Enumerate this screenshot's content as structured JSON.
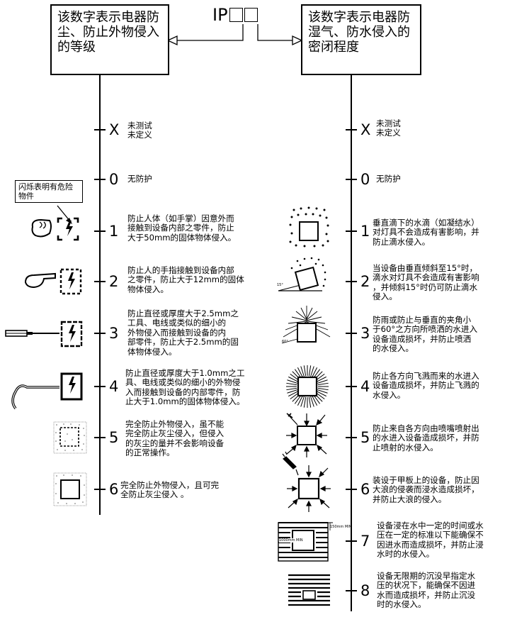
{
  "header": {
    "ip_prefix": "IP",
    "left_box_text": "该数字表示电器防尘、防止外物侵入的等级",
    "right_box_text": "该数字表示电器防湿气、防水侵入的密闭程度"
  },
  "callout": "闪烁表明有危险物件",
  "left_levels": [
    {
      "num": "X",
      "lines": [
        "未测试",
        "未定义"
      ]
    },
    {
      "num": "0",
      "lines": [
        "无防护"
      ]
    },
    {
      "num": "1",
      "lines": [
        "防止人体（如手掌）因意外而",
        "接触到设备内部之零件，防止",
        "大于50mm的固体物体侵入。"
      ]
    },
    {
      "num": "2",
      "lines": [
        "防止人的手指接触到设备内部",
        "之零件，防止大于12mm的固体",
        "物体侵入。"
      ]
    },
    {
      "num": "3",
      "lines": [
        "防止直径或厚度大于2.5mm之",
        "工具、电线或类似的细小的",
        "外物侵入而接触到设备的内",
        "部零件，防止大于2.5mm的固",
        "体物体侵入。"
      ]
    },
    {
      "num": "4",
      "lines": [
        "防止直径或厚度大于1.0mm之工",
        "具、电线或类似的细小的外物侵",
        "入而接触到设备的内部零件，防",
        "止大于1.0mm的固体物体侵入。"
      ]
    },
    {
      "num": "5",
      "lines": [
        "完全防止外物侵入，虽不能",
        "完全防止灰尘侵入，但侵入",
        "的灰尘的量并不会影响设备",
        "的正常操作。"
      ]
    },
    {
      "num": "6",
      "lines": [
        "完全防止外物侵入，且可完",
        "全防止灰尘侵入 。"
      ]
    }
  ],
  "right_levels": [
    {
      "num": "X",
      "lines": [
        "未测试",
        "未定义"
      ]
    },
    {
      "num": "0",
      "lines": [
        "无防护"
      ]
    },
    {
      "num": "1",
      "lines": [
        "垂直滴下的水滴（如凝结水）",
        "对灯具不会造成有害影响，并",
        "防止滴水侵入。"
      ]
    },
    {
      "num": "2",
      "lines": [
        "当设备由垂直倾斜至15°时，",
        "滴水对灯具不会造成有害影响",
        "，并倾斜15°时仍可防止滴水",
        "侵入。"
      ]
    },
    {
      "num": "3",
      "lines": [
        "防雨或防止与垂直的夹角小",
        "于60°之方向所喷洒的水进入",
        "设备造成损坏，并防止喷洒",
        "的水侵入。"
      ]
    },
    {
      "num": "4",
      "lines": [
        "防止各方向飞溅而来的水进入",
        "设备造成损坏，并防止飞溅的",
        "水侵入。"
      ]
    },
    {
      "num": "5",
      "lines": [
        "防止来自各方向由喷嘴喷射出",
        "的水进入设备造成损坏，并防",
        "止喷射的水侵入。"
      ]
    },
    {
      "num": "6",
      "lines": [
        "装设于甲板上的设备，防止因",
        "大浪的侵袭而浸水造成损坏，",
        "并防止大浪的侵入。"
      ]
    },
    {
      "num": "7",
      "lines": [
        "设备浸在水中一定的时间或水",
        "压在一定的标准以下能确保不",
        "因进水而造成损坏，并防止浸",
        "水时的水侵入。"
      ]
    },
    {
      "num": "8",
      "lines": [
        "设备无限期的沉没早指定水",
        "压的状况下，能确保不因进",
        "水而造成损坏，并防止沉没",
        "时的水侵入。"
      ]
    }
  ],
  "icon_labels": {
    "r2_angle": "15°",
    "r3_angle": "60°",
    "r7_top": "150mm MIN",
    "r7_side": "1000mm MIN"
  },
  "icons": {
    "l1": "hand-icon",
    "l2": "finger-icon",
    "l3": "tool-icon",
    "l4": "wire-icon",
    "l5": "dust-protected-icon",
    "l6": "dust-tight-icon",
    "r1": "dripping-water-icon",
    "r2": "tilted-drip-icon",
    "r3": "spraying-water-icon",
    "r4": "splashing-water-icon",
    "r5": "water-jet-icon",
    "r6": "powerful-jet-icon",
    "r7": "immersion-icon",
    "r8": "submersion-icon",
    "hazard": "electric-hazard-icon"
  }
}
